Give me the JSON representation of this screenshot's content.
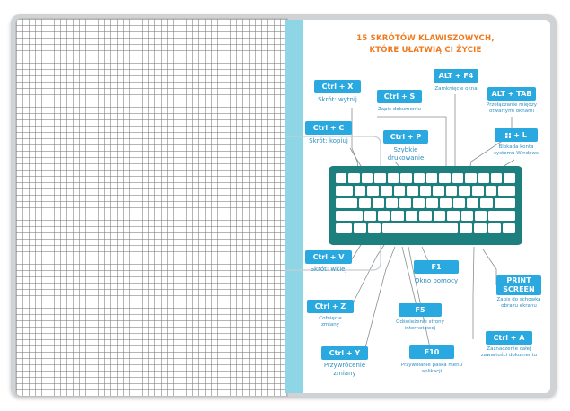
{
  "title": {
    "line1": "15 SKRÓTÓW KLAWISZOWYCH,",
    "line2": "KTÓRE UŁATWIĄ CI ŻYCIE"
  },
  "colors": {
    "title_orange": "#f07a1f",
    "key_blue": "#2aa9e0",
    "keyboard_teal": "#1e7f7f",
    "spine_cyan": "#8ed6e6"
  },
  "shortcuts": {
    "ctrl_x": {
      "key": "Ctrl + X",
      "desc": "Skrót: wytnij"
    },
    "ctrl_s": {
      "key": "Ctrl + S",
      "desc": "Zapis dokumentu"
    },
    "alt_f4": {
      "key": "ALT + F4",
      "desc": "Zamknięcie okna"
    },
    "alt_tab": {
      "key": "ALT + TAB",
      "desc1": "Przełączanie między",
      "desc2": "otwartymi oknami"
    },
    "ctrl_c": {
      "key": "Ctrl + C",
      "desc": "Skrót: kopiuj"
    },
    "ctrl_p": {
      "key": "Ctrl + P",
      "desc1": "Szybkie",
      "desc2": "drukowanie"
    },
    "win_l": {
      "key": "+ L",
      "desc1": "Blokada konta",
      "desc2": "systemu Windows"
    },
    "ctrl_v": {
      "key": "Ctrl + V",
      "desc": "Skrót: wklej"
    },
    "f1": {
      "key": "F1",
      "desc": "Okno pomocy"
    },
    "print_screen": {
      "key1": "PRINT",
      "key2": "SCREEN",
      "desc1": "Zapis do schowka",
      "desc2": "obrazu ekranu"
    },
    "ctrl_z": {
      "key": "Ctrl + Z",
      "desc1": "Cofnięcie",
      "desc2": "zmiany"
    },
    "f5": {
      "key": "F5",
      "desc1": "Odświeżenie strony",
      "desc2": "internetowej"
    },
    "ctrl_a": {
      "key": "Ctrl + A",
      "desc1": "Zaznaczenie całej",
      "desc2": "zawartości dokumentu"
    },
    "ctrl_y": {
      "key": "Ctrl + Y",
      "desc1": "Przywrócenie",
      "desc2": "zmiany"
    },
    "f10": {
      "key": "F10",
      "desc1": "Przywołanie paska menu",
      "desc2": "aplikacji"
    }
  },
  "icons": {
    "windows": "windows-logo-icon"
  }
}
